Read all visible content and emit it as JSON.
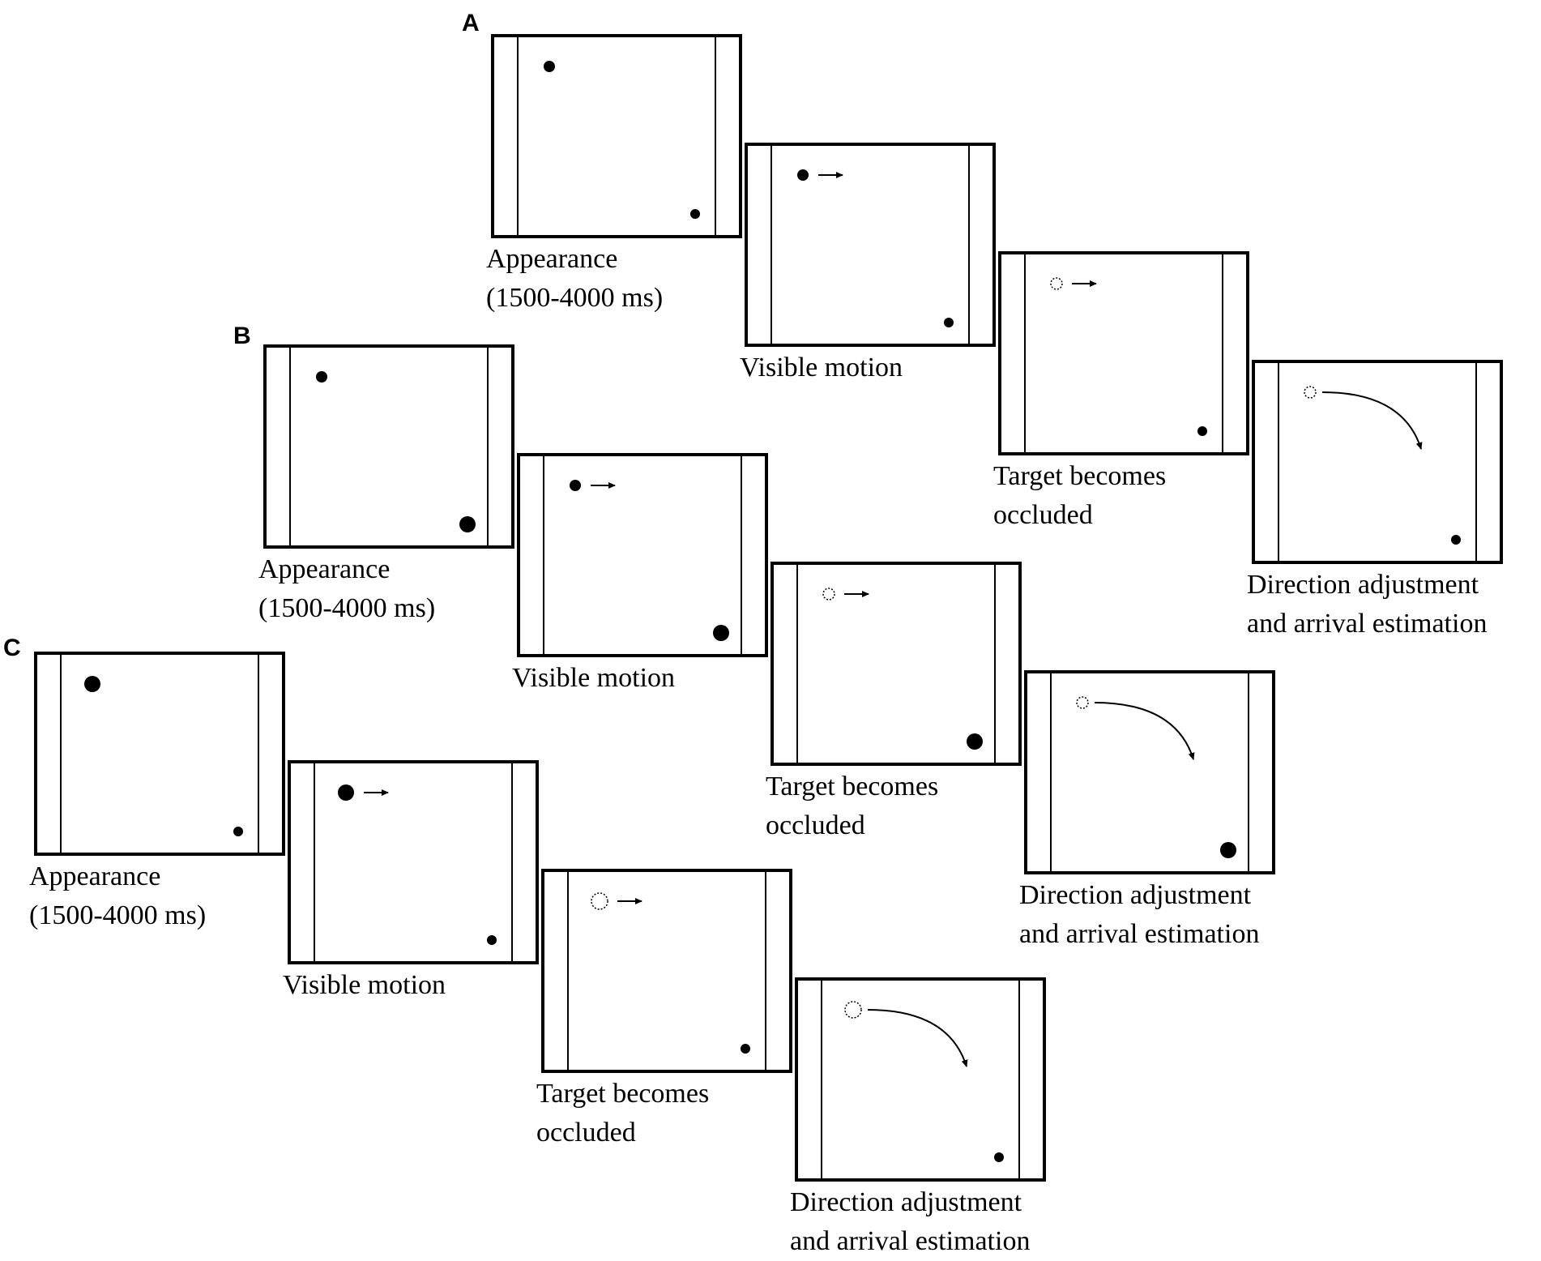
{
  "panels": [
    {
      "letter": "A",
      "frames": [
        {
          "caption": [
            "Appearance",
            "(1500-4000 ms)"
          ]
        },
        {
          "caption": [
            "Visible motion"
          ]
        },
        {
          "caption": [
            "Target  becomes",
            "occluded"
          ]
        },
        {
          "caption": [
            "Direction adjustment",
            "and arrival  estimation"
          ]
        }
      ]
    },
    {
      "letter": "B",
      "frames": [
        {
          "caption": [
            "Appearance",
            "(1500-4000 ms)"
          ]
        },
        {
          "caption": [
            "Visible motion"
          ]
        },
        {
          "caption": [
            "Target  becomes",
            "occluded"
          ]
        },
        {
          "caption": [
            "Direction adjustment",
            "and arrival  estimation"
          ]
        }
      ]
    },
    {
      "letter": "C",
      "frames": [
        {
          "caption": [
            "Appearance",
            "(1500-4000 ms)"
          ]
        },
        {
          "caption": [
            "Visible motion"
          ]
        },
        {
          "caption": [
            "Target  becomes",
            "occluded"
          ]
        },
        {
          "caption": [
            "Direction adjustment",
            "and arrival  estimation"
          ]
        }
      ]
    }
  ]
}
